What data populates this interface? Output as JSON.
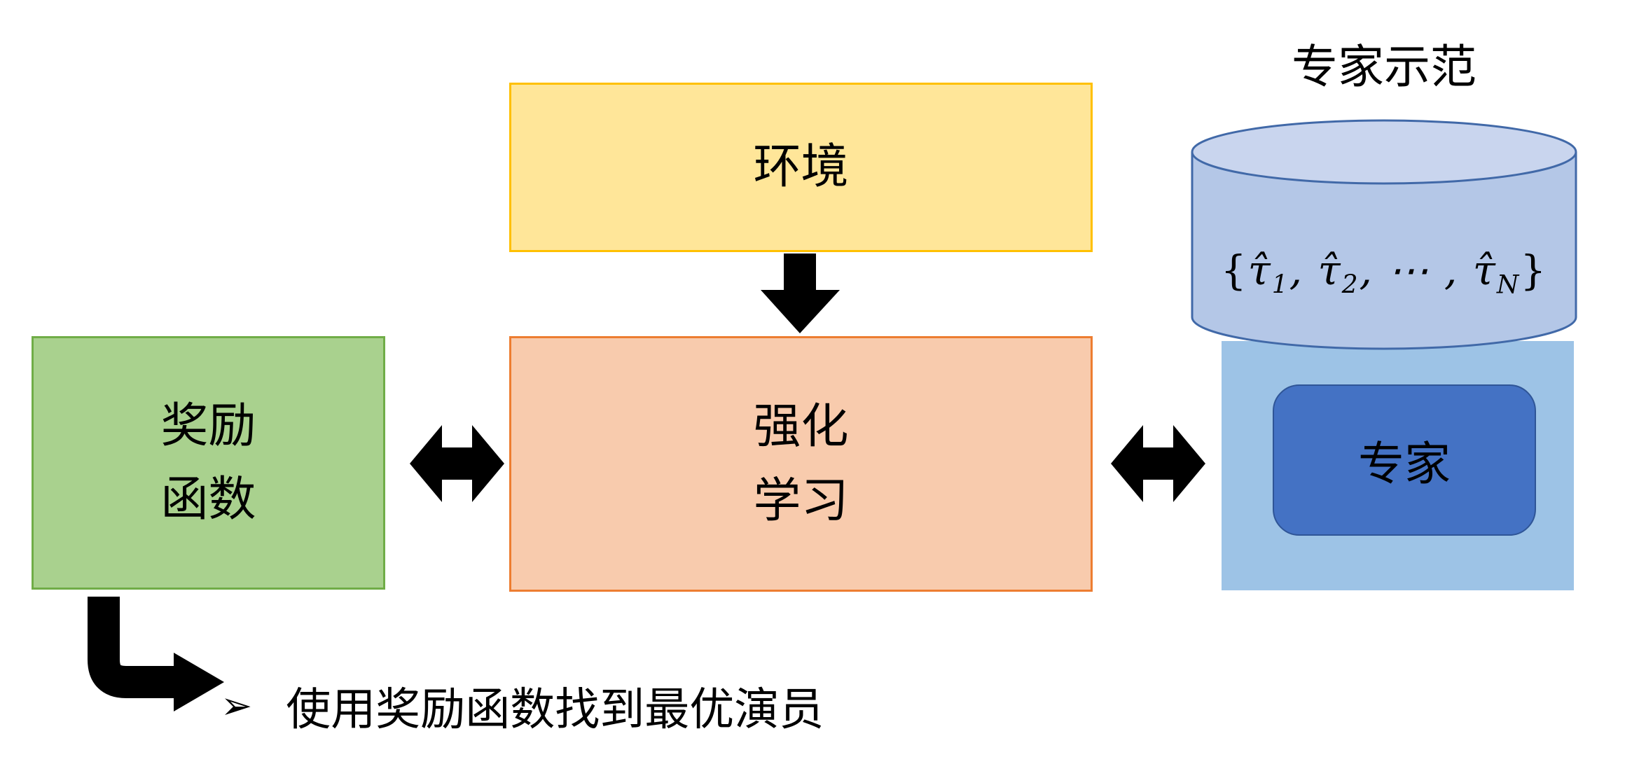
{
  "diagram": {
    "env_box": {
      "label": "环境"
    },
    "rl_box": {
      "line1": "强化",
      "line2": "学习"
    },
    "reward_box": {
      "line1": "奖励",
      "line2": "函数"
    },
    "expert_title": "专家示范",
    "expert_chip": {
      "label": "专家"
    },
    "demo_formula": {
      "open": "{",
      "tau1": "τ̂",
      "sub1": "1",
      "comma1": ", ",
      "tau2": "τ̂",
      "sub2": "2",
      "comma2": ", ",
      "dots": "⋯",
      "comma3": " , ",
      "tauN": "τ̂",
      "subN": "N",
      "close": "}"
    },
    "note": {
      "bullet": "➢",
      "text": "使用奖励函数找到最优演员"
    }
  },
  "icons": {
    "down_arrow": "⬇",
    "left_right_arrow_1": "⬌",
    "left_right_arrow_2": "⬌",
    "bent_arrow": "↳",
    "database_cylinder": "⛁"
  },
  "colors": {
    "env_fill": "#FFE699",
    "env_border": "#FFC000",
    "rl_fill": "#F8CBAD",
    "rl_border": "#ED7D31",
    "reward_fill": "#A9D18E",
    "reward_border": "#70AD47",
    "panel_fill": "#9DC3E6",
    "cylinder_fill": "#B4C7E7",
    "cylinder_top_fill": "#C9D5EE",
    "cylinder_border": "#4169A8",
    "chip_fill": "#4472C4",
    "chip_border": "#2F5597",
    "arrow": "#000000",
    "text": "#000000"
  }
}
